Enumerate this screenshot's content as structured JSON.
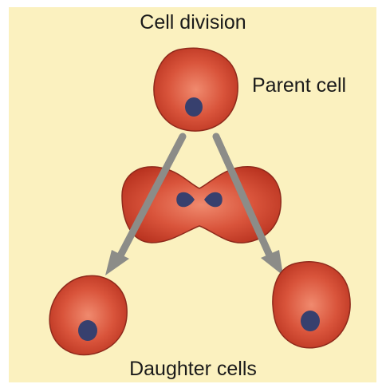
{
  "title": "Cell division",
  "labels": {
    "parent": "Parent cell",
    "daughters": "Daughter cells"
  },
  "colors": {
    "background": "#fbf1bf",
    "cell_fill": "#c9402c",
    "cell_highlight": "#f08a6e",
    "cell_edge": "#8f2a1c",
    "nucleus": "#37406e",
    "arrow": "#8c8c88"
  }
}
